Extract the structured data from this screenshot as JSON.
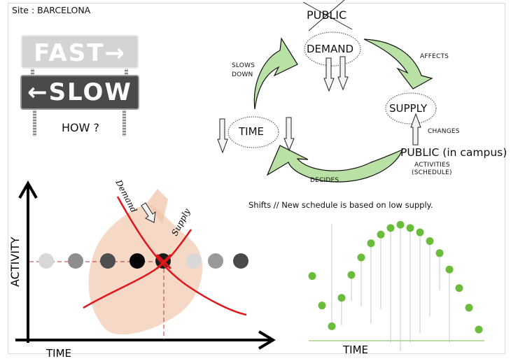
{
  "site_label": "Site : BARCELONA",
  "signs": {
    "fast": "FAST",
    "slow": "SLOW",
    "fast_arrow": "→",
    "slow_arrow": "←",
    "question": "HOW ?"
  },
  "cycle": {
    "public_crossed": "PUBLIC",
    "demand": "DEMAND",
    "supply": "SUPPLY",
    "time": "TIME",
    "public_campus": "PUBLIC (in campus)",
    "activities_line1": "ACTIVITIES",
    "activities_line2": "(SCHEDULE)",
    "slows_line1": "SLOWS",
    "slows_line2": "DOWN",
    "affects": "AFFECTS",
    "changes": "CHANGES",
    "decides": "DECIDES",
    "arrow_color": "#b9e0a5"
  },
  "shifts_note": "Shifts //  New schedule is based on low supply.",
  "supply_demand_graph": {
    "ylabel": "ACTIVITY",
    "xlabel": "TIME",
    "demand_label": "Demand",
    "supply_label": "Supply",
    "curve_color": "#e0161b",
    "dot_shades": [
      "#d8d8d8",
      "#8e8e8e",
      "#4f4f4f",
      "#050505",
      "#1a1a1a",
      "#d8d8d8",
      "#9a9a9a",
      "#4a4a4a"
    ]
  },
  "chart_data": {
    "type": "scatter",
    "title": "",
    "xlabel": "TIME",
    "ylabel": "",
    "color": "#6abd3a",
    "x": [
      1,
      2,
      3,
      4,
      5,
      6,
      7,
      8,
      9,
      10,
      11,
      12,
      13,
      14,
      15,
      16,
      17,
      18
    ],
    "y": [
      49,
      22,
      3,
      29,
      50,
      66,
      79,
      87,
      93,
      96,
      93,
      89,
      81,
      70,
      55,
      38,
      20,
      0
    ],
    "stems": [
      null,
      null,
      85,
      29,
      50,
      66,
      79,
      87,
      93,
      96,
      93,
      89,
      81,
      70,
      55,
      null,
      null,
      null
    ],
    "ylim": [
      0,
      100
    ],
    "grid": false,
    "legend": "none"
  }
}
